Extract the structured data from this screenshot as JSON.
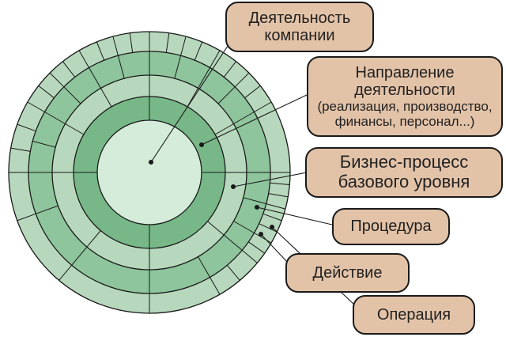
{
  "diagram": {
    "colors": {
      "outer_ring": "#b7d8bd",
      "middle_ring": "#8ec59c",
      "inner_ring": "#78b888",
      "center": "#d4ecd9",
      "stroke": "#1a1a1a",
      "callout_fill": "#e3c3a8"
    },
    "callouts": {
      "company": [
        "Деятельность",
        "компании"
      ],
      "direction": [
        "Направление",
        "деятельности",
        "(реализация, производство,",
        "финансы, персонал...)"
      ],
      "business_process": [
        "Бизнес-процесс",
        "базового уровня"
      ],
      "procedure": [
        "Процедура"
      ],
      "action": [
        "Действие"
      ],
      "operation": [
        "Операция"
      ]
    }
  }
}
